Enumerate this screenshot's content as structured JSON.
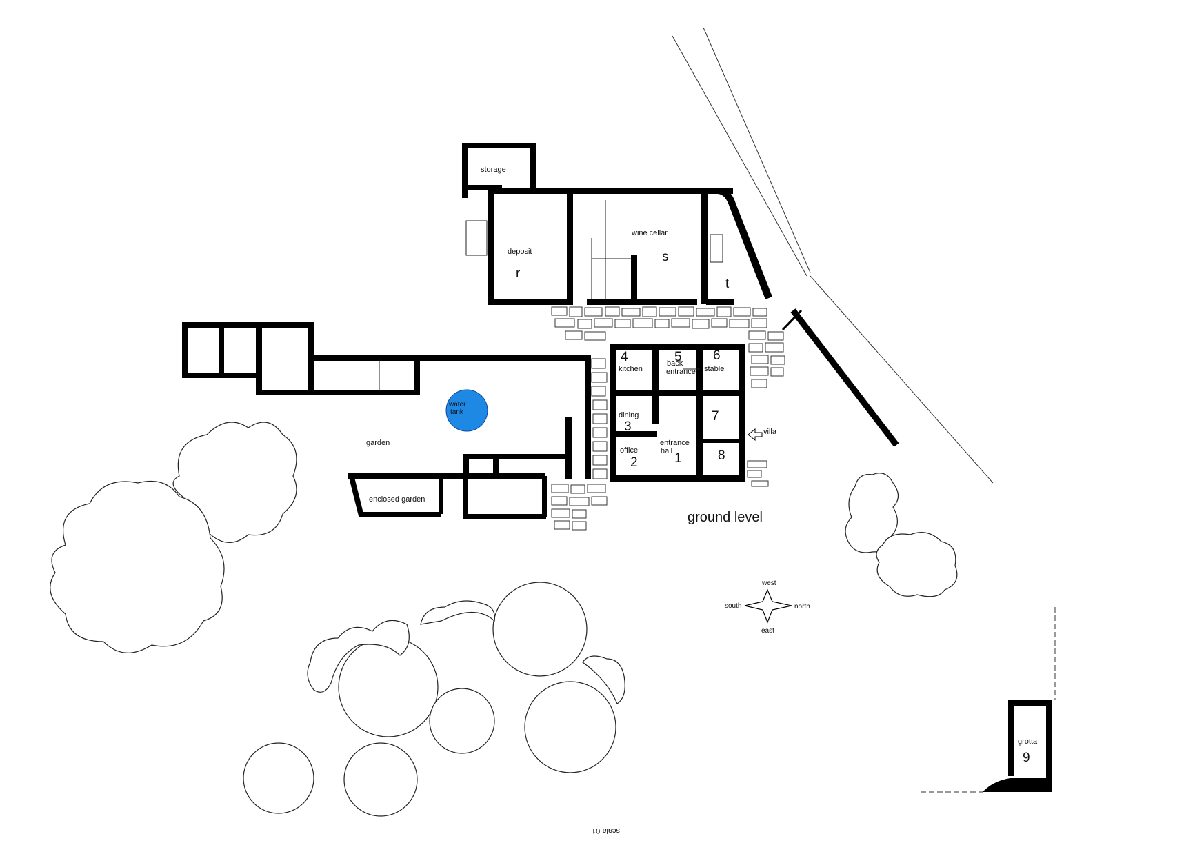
{
  "plan": {
    "level_title": "ground level",
    "scale_text": "scala 01",
    "rooms": {
      "storage": "storage",
      "deposit": "deposit",
      "wine_cellar": "wine cellar",
      "kitchen": "kitchen",
      "back_entrance_1": "back",
      "back_entrance_2": "entrance",
      "stable": "stable",
      "dining": "dining",
      "office": "office",
      "entrance_hall_1": "entrance",
      "entrance_hall_2": "hall",
      "garden": "garden",
      "enclosed_garden": "enclosed garden",
      "water_tank_1": "water",
      "water_tank_2": "tank",
      "grotta": "grotta",
      "villa": "villa"
    },
    "letters": {
      "r": "r",
      "s": "s",
      "t": "t"
    },
    "numbers": {
      "n1": "1",
      "n2": "2",
      "n3": "3",
      "n4": "4",
      "n5": "5",
      "n6": "6",
      "n7": "7",
      "n8": "8",
      "n9": "9"
    },
    "compass": {
      "west": "west",
      "north": "north",
      "south": "south",
      "east": "east"
    },
    "colors": {
      "walls": "#000000",
      "water_tank": "#1e88e5",
      "background": "#ffffff"
    }
  }
}
